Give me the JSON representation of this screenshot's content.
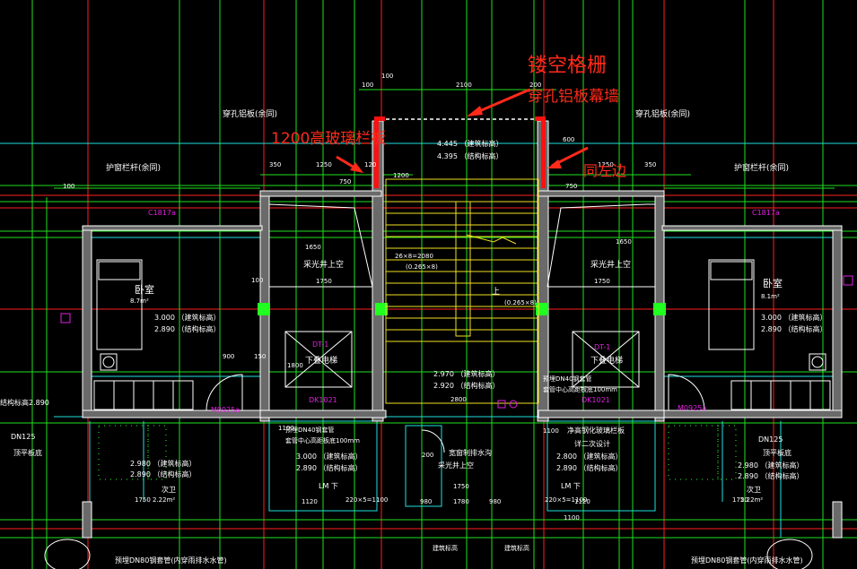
{
  "annotations": {
    "lattice": "镂空格栅",
    "perforated_curtain": "穿孔铝板幕墙",
    "glass_railing": "1200高玻璃栏板",
    "same_side": "同左边"
  },
  "labels": {
    "perforated_left": "穿孔铝板(余同)",
    "perforated_right": "穿孔铝板(余同)",
    "guard_left": "护窗栏杆(余同)",
    "guard_right": "护窗栏杆(余同)",
    "light_well_left": "采光井上空",
    "light_well_right": "采光井上空",
    "bedroom_left": "卧室",
    "bedroom_right": "卧室",
    "bedroom_area_left": "8.7m²",
    "bedroom_area_right": "8.1m²",
    "elevator_left": "下叠电梯",
    "elevator_right": "下叠电梯",
    "dt_left": "DT-1",
    "dt_right": "DT-1",
    "window_left": "C1817a",
    "window_right": "C1817a",
    "door_left": "M0925a",
    "door_right": "M0925a",
    "dk_left": "DK1021",
    "dk_right": "DK1021",
    "el_top_arch": "4.445 （建筑标高）",
    "el_top_struct": "4.395 （结构标高）",
    "el_l1_arch": "3.000 （建筑标高）",
    "el_l1_struct": "2.890 （结构标高）",
    "el_r1_arch": "3.000 （建筑标高）",
    "el_r1_struct": "2.890 （结构标高）",
    "el_c_arch": "2.970 （建筑标高）",
    "el_c_struct": "2.920 （结构标高）",
    "el_l2_arch": "2.980 （建筑标高）",
    "el_l2_struct": "2.890 （结构标高）",
    "el_m_arch": "3.000 （建筑标高）",
    "el_m_struct": "2.890 （结构标高）",
    "el_r2_arch": "2.800 （建筑标高）",
    "el_r2_struct": "2.890 （结构标高）",
    "el_rr_arch": "2.980 （建筑标高）",
    "el_rr_struct": "2.890 （结构标高）",
    "struct_890": "结构标高2.890",
    "dn125_left": "DN125",
    "dn125_right": "DN125",
    "top_floor_left": "顶平板底",
    "top_floor_right": "顶平板底",
    "bath_left": "次卫",
    "bath_right": "次卫",
    "bath_area_left": "2.22m²",
    "bath_area_right": "2.22m²",
    "shaft_center": "采光井上空",
    "shaft_note": "宽窗制排水沟",
    "pipe_left": "预埋DN80钢套管(内穿雨排水水管)",
    "pipe_right": "预埋DN80钢套管(内穿雨排水水管)",
    "pipe_mid_left": "预埋DN40钢套管",
    "pipe_mid_left2": "套管中心高距板底100mm",
    "pipe_mid_right": "预埋DN40钢套管",
    "pipe_mid_right2": "套管中心高距板底100mm",
    "stair_up": "上",
    "stair_down_left": "LM 下",
    "stair_down_right": "LM 下",
    "net_glass": "净高钢化玻璃栏板",
    "second_design": "详二次设计",
    "building_edge": "建筑标高",
    "building_edge2": "建筑标高",
    "m_1750_a": "1750",
    "m_1750_b": "1750",
    "m_1750_c": "1750",
    "m_1750_d": "1750",
    "m_1750_e": "1750",
    "dim_2100": "2100",
    "dim_350l": "350",
    "dim_350r": "350",
    "dim_1250l": "1250",
    "dim_1250r": "1250",
    "dim_100a": "100",
    "dim_100b": "100",
    "dim_100c": "100",
    "dim_100d": "100",
    "dim_120": "120",
    "dim_200a": "200",
    "dim_200b": "200",
    "dim_600": "600",
    "dim_750l": "750",
    "dim_750r": "750",
    "dim_900": "900",
    "dim_150": "150",
    "dim_1650": "1650",
    "dim_1650b": "1650",
    "dim_1100a": "1100",
    "dim_1100b": "1100",
    "dim_1120a": "1120",
    "dim_1120b": "1120",
    "dim_980a": "980",
    "dim_980b": "980",
    "dim_1780": "1780",
    "dim_2800": "2800",
    "dim_220a": "220×5=1100",
    "dim_220b": "220×5=1100",
    "dim_stair": "26×8=2080",
    "stair_v1": "(0.265×8)",
    "stair_v2": "(0.265×8)",
    "dim_1200": "1200",
    "dim_1100c": "1100",
    "dim_1800": "1800"
  },
  "colors": {
    "annotation": "#ff2a1a",
    "wall": "#ffffff",
    "wall_fill": "#6a6a6a",
    "grid": "#ff2020",
    "dim_green": "#20e020",
    "cyan": "#20e0e0",
    "magenta": "#e020e0",
    "yellow": "#f0e020",
    "white": "#ffffff"
  }
}
